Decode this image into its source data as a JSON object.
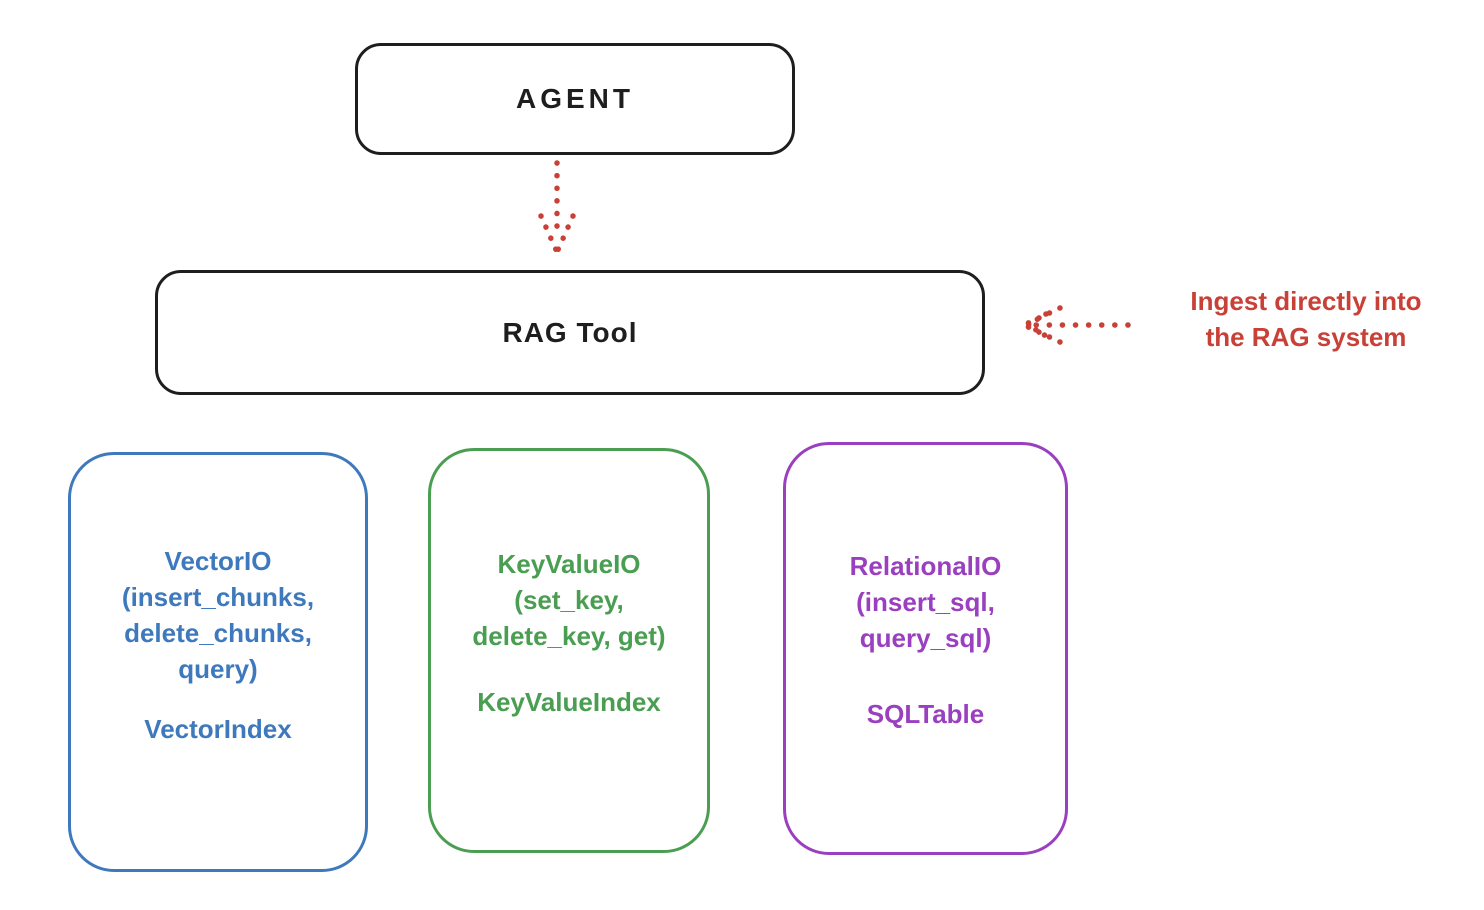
{
  "canvas": {
    "background": "#ffffff"
  },
  "nodes": {
    "agent": {
      "label": "AGENT",
      "stroke": "#1e1e1e"
    },
    "rag_tool": {
      "label": "RAG Tool",
      "stroke": "#1e1e1e"
    },
    "vector_io": {
      "title": "VectorIO",
      "methods": "(insert_chunks,\ndelete_chunks,\nquery)",
      "index_label": "VectorIndex",
      "stroke": "#3d79bc"
    },
    "key_value_io": {
      "title": "KeyValueIO",
      "methods": "(set_key,\ndelete_key, get)",
      "index_label": "KeyValueIndex",
      "stroke": "#4a9e51"
    },
    "relational_io": {
      "title": "RelationalIO",
      "methods": "(insert_sql,\nquery_sql)",
      "index_label": "SQLTable",
      "stroke": "#9a3fbf"
    }
  },
  "edges": {
    "agent_to_rag_tool": {
      "style": "dotted",
      "color": "#c94037",
      "direction": "down"
    },
    "annotation_to_rag_tool": {
      "style": "dotted",
      "color": "#c94037",
      "direction": "left"
    }
  },
  "annotation": {
    "label": "Ingest directly into\nthe RAG system",
    "color": "#c94037"
  }
}
